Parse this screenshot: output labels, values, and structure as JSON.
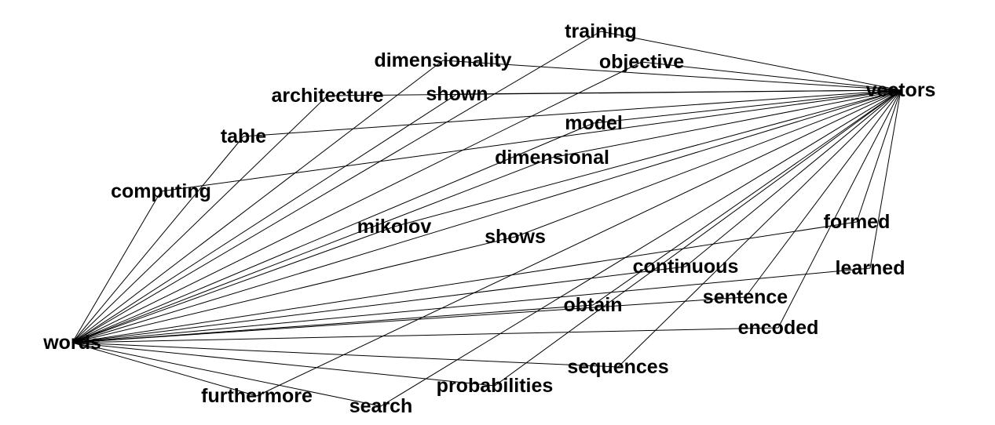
{
  "graph": {
    "edge_color": "#000000",
    "label_color": "#000000",
    "background": "#ffffff",
    "nodes": [
      {
        "id": "words",
        "label": "words"
      },
      {
        "id": "vectors",
        "label": "vectors"
      },
      {
        "id": "training",
        "label": "training"
      },
      {
        "id": "dimensionality",
        "label": "dimensionality"
      },
      {
        "id": "objective",
        "label": "objective"
      },
      {
        "id": "architecture",
        "label": "architecture"
      },
      {
        "id": "shown",
        "label": "shown"
      },
      {
        "id": "table",
        "label": "table"
      },
      {
        "id": "model",
        "label": "model"
      },
      {
        "id": "dimensional",
        "label": "dimensional"
      },
      {
        "id": "computing",
        "label": "computing"
      },
      {
        "id": "mikolov",
        "label": "mikolov"
      },
      {
        "id": "shows",
        "label": "shows"
      },
      {
        "id": "formed",
        "label": "formed"
      },
      {
        "id": "continuous",
        "label": "continuous"
      },
      {
        "id": "learned",
        "label": "learned"
      },
      {
        "id": "sentence",
        "label": "sentence"
      },
      {
        "id": "obtain",
        "label": "obtain"
      },
      {
        "id": "encoded",
        "label": "encoded"
      },
      {
        "id": "sequences",
        "label": "sequences"
      },
      {
        "id": "probabilities",
        "label": "probabilities"
      },
      {
        "id": "furthermore",
        "label": "furthermore"
      },
      {
        "id": "search",
        "label": "search"
      }
    ],
    "edges": [
      [
        "words",
        "vectors"
      ],
      [
        "words",
        "training"
      ],
      [
        "words",
        "dimensionality"
      ],
      [
        "words",
        "objective"
      ],
      [
        "words",
        "architecture"
      ],
      [
        "words",
        "shown"
      ],
      [
        "words",
        "table"
      ],
      [
        "words",
        "model"
      ],
      [
        "words",
        "dimensional"
      ],
      [
        "words",
        "computing"
      ],
      [
        "words",
        "mikolov"
      ],
      [
        "words",
        "shows"
      ],
      [
        "words",
        "formed"
      ],
      [
        "words",
        "continuous"
      ],
      [
        "words",
        "learned"
      ],
      [
        "words",
        "sentence"
      ],
      [
        "words",
        "obtain"
      ],
      [
        "words",
        "encoded"
      ],
      [
        "words",
        "sequences"
      ],
      [
        "words",
        "probabilities"
      ],
      [
        "words",
        "furthermore"
      ],
      [
        "words",
        "search"
      ],
      [
        "vectors",
        "training"
      ],
      [
        "vectors",
        "dimensionality"
      ],
      [
        "vectors",
        "objective"
      ],
      [
        "vectors",
        "architecture"
      ],
      [
        "vectors",
        "shown"
      ],
      [
        "vectors",
        "table"
      ],
      [
        "vectors",
        "model"
      ],
      [
        "vectors",
        "dimensional"
      ],
      [
        "vectors",
        "computing"
      ],
      [
        "vectors",
        "mikolov"
      ],
      [
        "vectors",
        "shows"
      ],
      [
        "vectors",
        "formed"
      ],
      [
        "vectors",
        "continuous"
      ],
      [
        "vectors",
        "learned"
      ],
      [
        "vectors",
        "sentence"
      ],
      [
        "vectors",
        "obtain"
      ],
      [
        "vectors",
        "encoded"
      ],
      [
        "vectors",
        "sequences"
      ],
      [
        "vectors",
        "probabilities"
      ],
      [
        "vectors",
        "furthermore"
      ],
      [
        "vectors",
        "search"
      ]
    ]
  }
}
